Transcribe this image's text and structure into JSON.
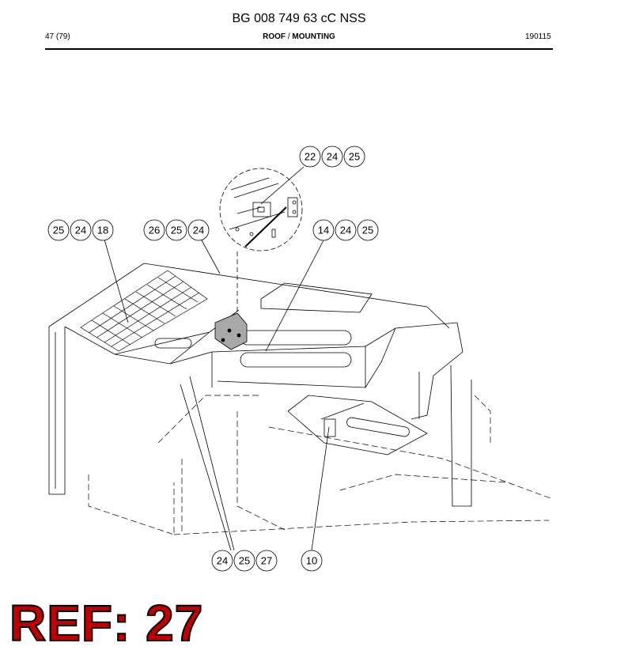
{
  "document": {
    "title": "BG 008 749 63 cC NSS",
    "page": "47 (79)",
    "section_bold": "ROOF",
    "section_separator": " / ",
    "section_rest_bold": "MOUNTING",
    "date_code": "190115"
  },
  "callouts": {
    "top_detail": [
      "22",
      "24",
      "25"
    ],
    "left_group": [
      "25",
      "24",
      "18"
    ],
    "middle_left_group": [
      "26",
      "25",
      "24"
    ],
    "right_group": [
      "14",
      "24",
      "25"
    ],
    "bottom_left_group": [
      "24",
      "25",
      "27"
    ],
    "bottom_single": [
      "10"
    ]
  },
  "ref_label": "REF: 27",
  "colors": {
    "ref_red": "#c00000",
    "line": "#000000",
    "highlight_grey": "#a8a8a8"
  }
}
